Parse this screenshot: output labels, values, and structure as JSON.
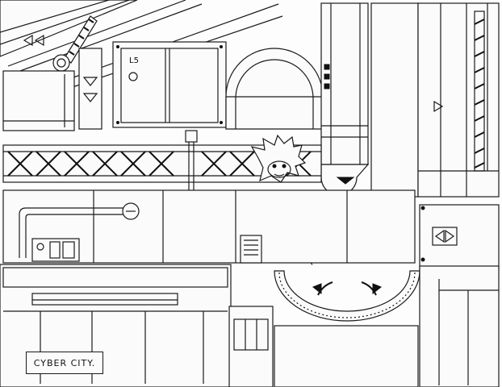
{
  "caption": {
    "label": "CYBER CITY."
  },
  "icons": {
    "left_arrows": "double-left-triangle",
    "down_arrows": "down-triangle",
    "right_arrow": "right-triangle",
    "left_right_arrow": "left-right-triangle",
    "curved_arrows": "curved-double-arrow",
    "character": "hedgehog"
  },
  "colors": {
    "ink": "#1a1a1a",
    "paper": "#fbfbfb"
  }
}
